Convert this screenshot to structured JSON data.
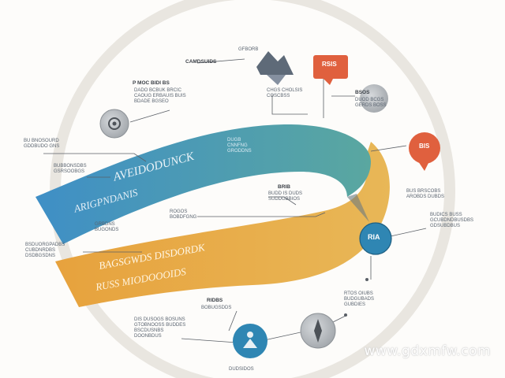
{
  "colors": {
    "ring": "#e9e6e0",
    "blue_start": "#3f8fc6",
    "blue_end": "#5aa7a0",
    "yellow_start": "#e7a23d",
    "yellow_end": "#e8b757",
    "node_red": "#e0603e",
    "node_blue": "#2f86b3",
    "node_gray": "#b4b8bc",
    "line": "#5a5f66"
  },
  "ribbons": {
    "blue_title": "AVEIDODUNCK",
    "blue_sub": "ARIGPNDANIS",
    "yellow_title": "BAGSGWDS DISDORDK",
    "yellow_sub": "RUSS MIODOOOIDS"
  },
  "icons": {
    "node_top_left": "gear-icon",
    "node_top_center": "mountain-icon",
    "node_top_right": "flag-icon",
    "node_right_red": "target-icon",
    "node_right_blue": "globe-icon",
    "node_bottom_right": "compass-icon",
    "node_bottom_center": "person-icon"
  },
  "labels": {
    "top_left_a": "P MOC BIDI BS",
    "top_left_b": "DADO BCBUK BRCIC\nCAOUG ERBAUIS BUIS\nBDADE BGSEO",
    "top_center": "CAMDSUIDS",
    "top_center_b": "GFBORB",
    "center_top": "CHGS CHOLSIS\nCOSCBSS",
    "top_right_a": "BSOS",
    "top_right_b": "DUOD BCGS\nGERDS BOSS",
    "left_a": "BU BNOSOURD\nGDDBUDO GNS",
    "left_b": "BUBBONSDBS\nGSRSOOBGS",
    "ribbon_blue_mid": "DUGB\nCNNFNG\nGRODDNS",
    "center_mid_a": "BRIB",
    "center_mid_b": "BUDD IS DUDS\nSUDDGBBIOS",
    "right_mid_a": "BUS BRSCOBS\nAROBDS DUBDS",
    "right_mid_b": "BUDICS BUSS\nGCUBDNDBUSDBS\nGDSUBDBUS",
    "left_mid": "ROGOS\nBOBDFGNG",
    "left_mid_b": "GRBDNS\nBUGONDS",
    "left_low": "BSDUORGPADBS\nCUBDNRDBS\nDSDBGSDNS",
    "blue_node_label": "RIA",
    "red_node_label": "BIS",
    "flag_label": "RSIS",
    "right_low_a": "RTOS OIUBS\nBUDGUBADS\nGUBDIES",
    "bottom_center_a": "RIDBS",
    "bottom_center_b": "BOBUGSDDS",
    "bottom_left": "DIS DUSOGS BOSUNS\nGTOBNOOSS BUDDES\nBSCDUSNBS\nDOONBDUS",
    "bottom_bottom": "DUDSIDOS"
  },
  "watermark": "www.gdxmfw.com"
}
